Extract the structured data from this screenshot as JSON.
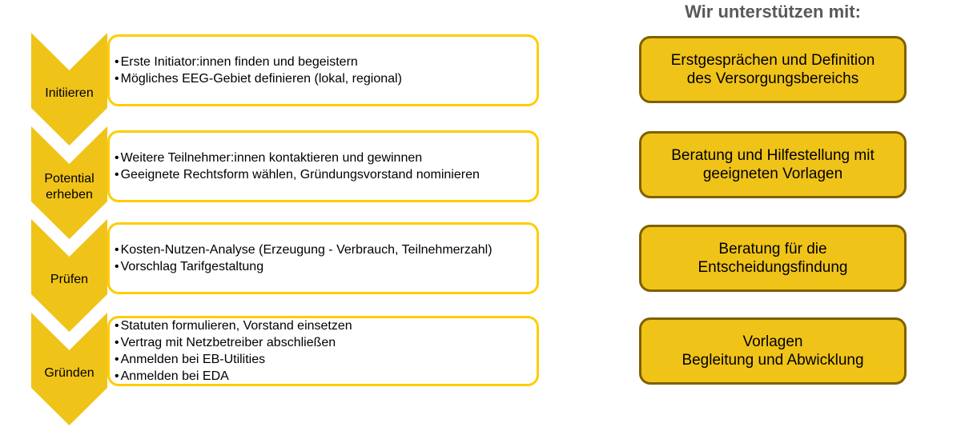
{
  "colors": {
    "chevron_fill": "#F0C319",
    "info_box_border": "#FFCC00",
    "support_box_fill": "#F0C319",
    "support_box_border": "#7F6000",
    "header_text": "#595959",
    "body_text": "#000000"
  },
  "glyphs": {
    "bullet": "•"
  },
  "process": {
    "steps": [
      {
        "label": "Initiieren",
        "bullets": [
          "Erste Initiator:innen finden und begeistern",
          "Mögliches EEG-Gebiet definieren (lokal, regional)"
        ]
      },
      {
        "label": "Potential erheben",
        "bullets": [
          "Weitere Teilnehmer:innen kontaktieren und gewinnen",
          "Geeignete Rechtsform wählen, Gründungsvorstand nominieren"
        ]
      },
      {
        "label": "Prüfen",
        "bullets": [
          "Kosten-Nutzen-Analyse (Erzeugung - Verbrauch, Teilnehmerzahl)",
          "Vorschlag Tarifgestaltung"
        ]
      },
      {
        "label": "Gründen",
        "bullets": [
          "Statuten formulieren, Vorstand einsetzen",
          "Vertrag mit Netzbetreiber abschließen",
          "Anmelden bei EB-Utilities",
          "Anmelden bei EDA"
        ]
      }
    ]
  },
  "support": {
    "header": "Wir unterstützen mit:",
    "boxes": [
      {
        "text": "Erstgesprächen und Definition\ndes Versorgungsbereichs"
      },
      {
        "text": "Beratung und Hilfestellung mit\ngeeigneten Vorlagen"
      },
      {
        "text": "Beratung für die\nEntscheidungsfindung"
      },
      {
        "text": "Vorlagen\nBegleitung und Abwicklung"
      }
    ]
  }
}
